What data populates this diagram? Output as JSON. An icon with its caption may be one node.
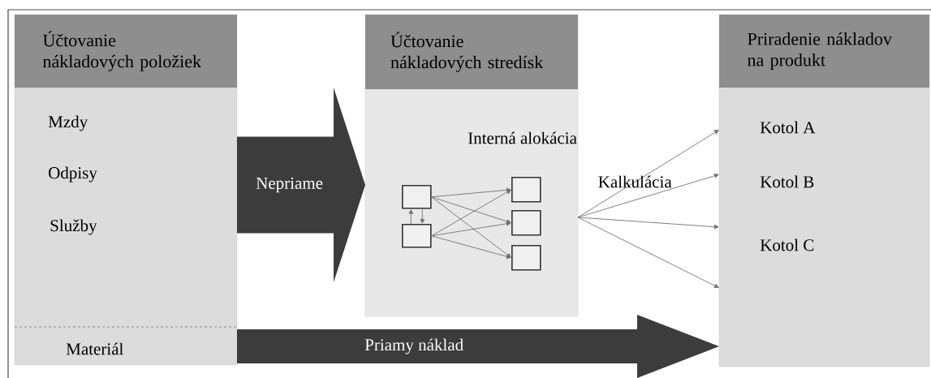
{
  "diagram": {
    "nodes": [
      {
        "text": [
          "Účtovanie nákladových položiek",
          "Mzdy",
          "Odpisy",
          "Služby",
          "Materiál"
        ]
      },
      {
        "text": [
          "Účtovanie nákladových stredísk",
          "Interná alokácia"
        ]
      },
      {
        "text": [],
        "shape": "box",
        "in": 1
      },
      {
        "text": [],
        "shape": "box",
        "in": 1
      },
      {
        "text": [],
        "shape": "box",
        "in": 1
      },
      {
        "text": [],
        "shape": "box",
        "in": 1
      },
      {
        "text": [],
        "shape": "box",
        "in": 1
      },
      {
        "text": [
          "Priradenie nákladov na produkt",
          "Kotol A",
          "Kotol B",
          "Kotol C"
        ]
      }
    ],
    "edges": [
      {
        "from": 0,
        "to": 1,
        "arrow": "to",
        "label": "Nepriame",
        "style": "thick",
        "color": "#3c3c3c"
      },
      {
        "from": 0,
        "to": 7,
        "arrow": "to",
        "label": "Priamy náklad",
        "style": "thick",
        "color": "#3c3c3c"
      },
      {
        "from": 3,
        "to": 2,
        "arrow": "to"
      },
      {
        "from": 2,
        "to": 3,
        "arrow": "to"
      },
      {
        "from": 2,
        "to": 4,
        "arrow": "to"
      },
      {
        "from": 2,
        "to": 5,
        "arrow": "to"
      },
      {
        "from": 2,
        "to": 6,
        "arrow": "to"
      },
      {
        "from": 3,
        "to": 4,
        "arrow": "to"
      },
      {
        "from": 3,
        "to": 5,
        "arrow": "to"
      },
      {
        "from": 3,
        "to": 6,
        "arrow": "to"
      },
      {
        "from": 1,
        "to": 7,
        "arrow": "to"
      },
      {
        "from": 1,
        "to": 7,
        "arrow": "to"
      },
      {
        "from": 1,
        "to": 7,
        "arrow": "to"
      },
      {
        "from": 1,
        "to": 7,
        "arrow": "to"
      }
    ],
    "labels": [
      "Kalkulácia"
    ]
  }
}
